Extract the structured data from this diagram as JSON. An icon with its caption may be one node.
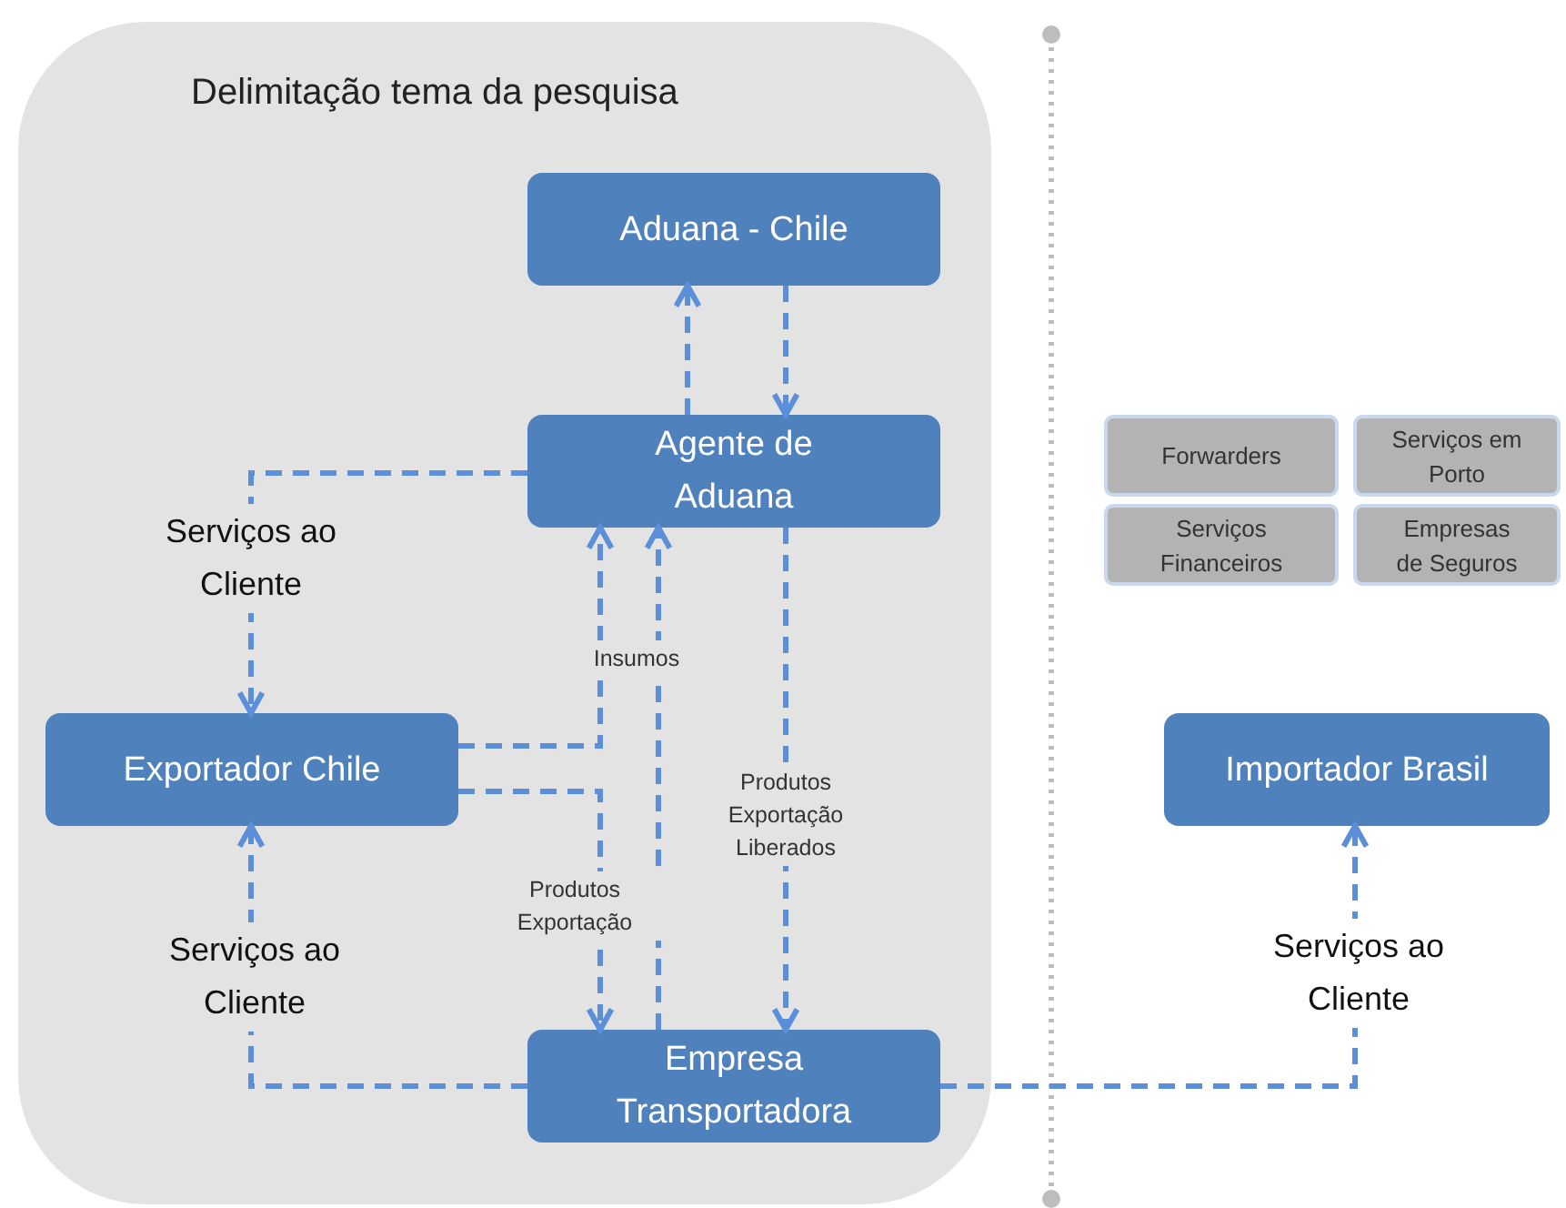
{
  "diagram": {
    "nodes": [
      {
        "text": [
          "Delimitação tema da pesquisa"
        ]
      },
      {
        "text": [
          "Aduana - Chile"
        ],
        "in": 0
      },
      {
        "text": [
          "Agente de Aduana"
        ],
        "in": 0
      },
      {
        "text": [
          "Exportador Chile"
        ],
        "in": 0
      },
      {
        "text": [
          "Empresa Transportadora"
        ],
        "in": 0
      },
      {
        "text": [
          "Forwarders"
        ]
      },
      {
        "text": [
          "Serviços em Porto"
        ]
      },
      {
        "text": [
          "Serviços Financeiros"
        ]
      },
      {
        "text": [
          "Empresas de Seguros"
        ]
      },
      {
        "text": [
          "Importador Brasil"
        ]
      }
    ],
    "edges": [
      {
        "from": 2,
        "to": 1,
        "arrow": "to",
        "style": "dashed"
      },
      {
        "from": 1,
        "to": 2,
        "arrow": "to",
        "style": "dashed"
      },
      {
        "from": 2,
        "to": 3,
        "arrow": "to",
        "style": "dashed",
        "label": "Serviços ao Cliente"
      },
      {
        "from": 3,
        "to": 2,
        "arrow": "to",
        "style": "dashed",
        "label": "Insumos"
      },
      {
        "from": 3,
        "to": 4,
        "arrow": "to",
        "style": "dashed",
        "label": "Produtos Exportação"
      },
      {
        "from": 4,
        "to": 2,
        "arrow": "to",
        "style": "dashed"
      },
      {
        "from": 2,
        "to": 4,
        "arrow": "to",
        "style": "dashed",
        "label": "Produtos Exportação Liberados"
      },
      {
        "from": 4,
        "to": 3,
        "arrow": "to",
        "style": "dashed",
        "label": "Serviços ao Cliente"
      },
      {
        "from": 4,
        "to": 9,
        "arrow": "to",
        "style": "dashed",
        "label": "Serviços ao Cliente"
      }
    ]
  }
}
